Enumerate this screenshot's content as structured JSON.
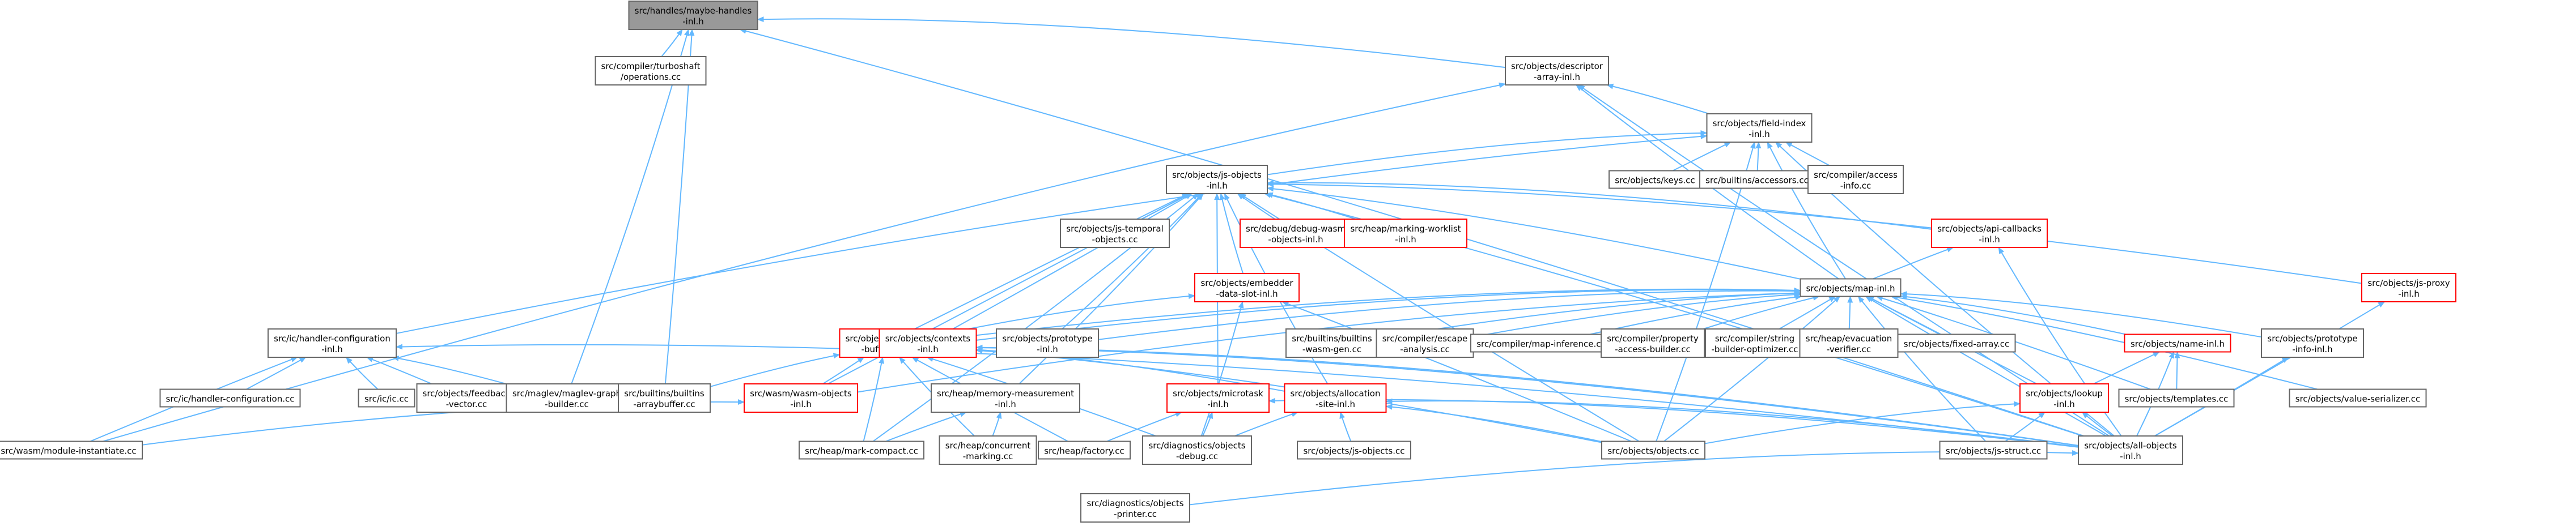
{
  "colors": {
    "edge": "#63b8ff",
    "node_fill": "#ffffff",
    "node_border": "#666666",
    "highlight_fill": "#999999",
    "highlight_border": "#666666",
    "incomplete_border": "#ff0000"
  },
  "nodes": [
    {
      "id": "n0",
      "lines": [
        "src/handles/maybe-handles",
        "-inl.h"
      ],
      "style": "focus"
    },
    {
      "id": "n1",
      "lines": [
        "src/compiler/turboshaft",
        "/operations.cc"
      ],
      "style": "normal"
    },
    {
      "id": "n2",
      "lines": [
        "src/objects/descriptor",
        "-array-inl.h"
      ],
      "style": "normal"
    },
    {
      "id": "n3",
      "lines": [
        "src/objects/field-index",
        "-inl.h"
      ],
      "style": "normal"
    },
    {
      "id": "n4",
      "lines": [
        "src/objects/js-objects",
        "-inl.h"
      ],
      "style": "normal"
    },
    {
      "id": "n5",
      "lines": [
        "src/objects/keys.cc"
      ],
      "style": "normal"
    },
    {
      "id": "n6",
      "lines": [
        "src/builtins/accessors.cc"
      ],
      "style": "normal"
    },
    {
      "id": "n7",
      "lines": [
        "src/compiler/access",
        "-info.cc"
      ],
      "style": "normal"
    },
    {
      "id": "n8",
      "lines": [
        "src/objects/js-temporal",
        "-objects.cc"
      ],
      "style": "normal"
    },
    {
      "id": "n9",
      "lines": [
        "src/debug/debug-wasm",
        "-objects-inl.h"
      ],
      "style": "red"
    },
    {
      "id": "n10",
      "lines": [
        "src/heap/marking-worklist",
        "-inl.h"
      ],
      "style": "red"
    },
    {
      "id": "n11",
      "lines": [
        "src/objects/api-callbacks",
        "-inl.h"
      ],
      "style": "red"
    },
    {
      "id": "n12",
      "lines": [
        "src/objects/js-proxy",
        "-inl.h"
      ],
      "style": "red"
    },
    {
      "id": "n13",
      "lines": [
        "src/objects/embedder",
        "-data-slot-inl.h"
      ],
      "style": "red"
    },
    {
      "id": "n14",
      "lines": [
        "src/objects/map-inl.h"
      ],
      "style": "normal"
    },
    {
      "id": "n15",
      "lines": [
        "src/ic/handler-configuration",
        "-inl.h"
      ],
      "style": "normal"
    },
    {
      "id": "n16",
      "lines": [
        "src/objects/js-array",
        "-buffer-inl.h"
      ],
      "style": "red"
    },
    {
      "id": "n17",
      "lines": [
        "src/objects/contexts",
        "-inl.h"
      ],
      "style": "red"
    },
    {
      "id": "n18",
      "lines": [
        "src/objects/prototype",
        "-inl.h"
      ],
      "style": "normal"
    },
    {
      "id": "n19",
      "lines": [
        "src/builtins/builtins",
        "-wasm-gen.cc"
      ],
      "style": "normal"
    },
    {
      "id": "n20",
      "lines": [
        "src/compiler/escape",
        "-analysis.cc"
      ],
      "style": "normal"
    },
    {
      "id": "n21",
      "lines": [
        "src/compiler/map-inference.cc"
      ],
      "style": "normal"
    },
    {
      "id": "n22",
      "lines": [
        "src/compiler/property",
        "-access-builder.cc"
      ],
      "style": "normal"
    },
    {
      "id": "n23",
      "lines": [
        "src/compiler/string",
        "-builder-optimizer.cc"
      ],
      "style": "normal"
    },
    {
      "id": "n24",
      "lines": [
        "src/heap/evacuation",
        "-verifier.cc"
      ],
      "style": "normal"
    },
    {
      "id": "n25",
      "lines": [
        "src/objects/fixed-array.cc"
      ],
      "style": "normal"
    },
    {
      "id": "n26",
      "lines": [
        "src/objects/name-inl.h"
      ],
      "style": "red"
    },
    {
      "id": "n27",
      "lines": [
        "src/objects/prototype",
        "-info-inl.h"
      ],
      "style": "normal"
    },
    {
      "id": "n28",
      "lines": [
        "src/ic/handler-configuration.cc"
      ],
      "style": "normal"
    },
    {
      "id": "n29",
      "lines": [
        "src/ic/ic.cc"
      ],
      "style": "normal"
    },
    {
      "id": "n30",
      "lines": [
        "src/objects/feedback",
        "-vector.cc"
      ],
      "style": "normal"
    },
    {
      "id": "n31",
      "lines": [
        "src/maglev/maglev-graph",
        "-builder.cc"
      ],
      "style": "normal"
    },
    {
      "id": "n32",
      "lines": [
        "src/builtins/builtins",
        "-arraybuffer.cc"
      ],
      "style": "normal"
    },
    {
      "id": "n33",
      "lines": [
        "src/wasm/wasm-objects",
        "-inl.h"
      ],
      "style": "red"
    },
    {
      "id": "n34",
      "lines": [
        "src/heap/memory-measurement",
        "-inl.h"
      ],
      "style": "normal"
    },
    {
      "id": "n35",
      "lines": [
        "src/objects/microtask",
        "-inl.h"
      ],
      "style": "red"
    },
    {
      "id": "n36",
      "lines": [
        "src/objects/allocation",
        "-site-inl.h"
      ],
      "style": "red"
    },
    {
      "id": "n37",
      "lines": [
        "src/objects/lookup",
        "-inl.h"
      ],
      "style": "red"
    },
    {
      "id": "n38",
      "lines": [
        "src/objects/templates.cc"
      ],
      "style": "normal"
    },
    {
      "id": "n39",
      "lines": [
        "src/objects/value-serializer.cc"
      ],
      "style": "normal"
    },
    {
      "id": "n40",
      "lines": [
        "src/wasm/module-instantiate.cc"
      ],
      "style": "normal"
    },
    {
      "id": "n41",
      "lines": [
        "src/heap/mark-compact.cc"
      ],
      "style": "normal"
    },
    {
      "id": "n42",
      "lines": [
        "src/heap/concurrent",
        "-marking.cc"
      ],
      "style": "normal"
    },
    {
      "id": "n43",
      "lines": [
        "src/heap/factory.cc"
      ],
      "style": "normal"
    },
    {
      "id": "n44",
      "lines": [
        "src/diagnostics/objects",
        "-debug.cc"
      ],
      "style": "normal"
    },
    {
      "id": "n45",
      "lines": [
        "src/objects/js-objects.cc"
      ],
      "style": "normal"
    },
    {
      "id": "n46",
      "lines": [
        "src/objects/objects.cc"
      ],
      "style": "normal"
    },
    {
      "id": "n47",
      "lines": [
        "src/objects/js-struct.cc"
      ],
      "style": "normal"
    },
    {
      "id": "n48",
      "lines": [
        "src/objects/all-objects",
        "-inl.h"
      ],
      "style": "normal"
    },
    {
      "id": "n49",
      "lines": [
        "src/diagnostics/objects",
        "-printer.cc"
      ],
      "style": "normal"
    }
  ],
  "edges": [
    [
      "n0",
      "n1"
    ],
    [
      "n0",
      "n2"
    ],
    [
      "n0",
      "n31"
    ],
    [
      "n0",
      "n32"
    ],
    [
      "n0",
      "n48"
    ],
    [
      "n2",
      "n3"
    ],
    [
      "n2",
      "n14"
    ],
    [
      "n2",
      "n40"
    ],
    [
      "n2",
      "n48"
    ],
    [
      "n3",
      "n4"
    ],
    [
      "n3",
      "n5"
    ],
    [
      "n3",
      "n6"
    ],
    [
      "n3",
      "n7"
    ],
    [
      "n3",
      "n14"
    ],
    [
      "n3",
      "n15"
    ],
    [
      "n3",
      "n46"
    ],
    [
      "n3",
      "n48"
    ],
    [
      "n4",
      "n8"
    ],
    [
      "n4",
      "n9"
    ],
    [
      "n4",
      "n10"
    ],
    [
      "n4",
      "n11"
    ],
    [
      "n4",
      "n12"
    ],
    [
      "n4",
      "n13"
    ],
    [
      "n4",
      "n14"
    ],
    [
      "n4",
      "n16"
    ],
    [
      "n4",
      "n17"
    ],
    [
      "n4",
      "n18"
    ],
    [
      "n4",
      "n33"
    ],
    [
      "n4",
      "n34"
    ],
    [
      "n4",
      "n35"
    ],
    [
      "n4",
      "n36"
    ],
    [
      "n4",
      "n41"
    ],
    [
      "n4",
      "n46"
    ],
    [
      "n4",
      "n48"
    ],
    [
      "n11",
      "n14"
    ],
    [
      "n11",
      "n48"
    ],
    [
      "n12",
      "n48"
    ],
    [
      "n13",
      "n16"
    ],
    [
      "n13",
      "n44"
    ],
    [
      "n13",
      "n46"
    ],
    [
      "n14",
      "n16"
    ],
    [
      "n14",
      "n17"
    ],
    [
      "n14",
      "n18"
    ],
    [
      "n14",
      "n19"
    ],
    [
      "n14",
      "n20"
    ],
    [
      "n14",
      "n21"
    ],
    [
      "n14",
      "n22"
    ],
    [
      "n14",
      "n23"
    ],
    [
      "n14",
      "n24"
    ],
    [
      "n14",
      "n25"
    ],
    [
      "n14",
      "n26"
    ],
    [
      "n14",
      "n27"
    ],
    [
      "n14",
      "n33"
    ],
    [
      "n14",
      "n37"
    ],
    [
      "n14",
      "n38"
    ],
    [
      "n14",
      "n39"
    ],
    [
      "n14",
      "n46"
    ],
    [
      "n14",
      "n47"
    ],
    [
      "n14",
      "n48"
    ],
    [
      "n15",
      "n28"
    ],
    [
      "n15",
      "n29"
    ],
    [
      "n15",
      "n30"
    ],
    [
      "n15",
      "n31"
    ],
    [
      "n15",
      "n40"
    ],
    [
      "n15",
      "n48"
    ],
    [
      "n16",
      "n32"
    ],
    [
      "n16",
      "n33"
    ],
    [
      "n16",
      "n41"
    ],
    [
      "n16",
      "n42"
    ],
    [
      "n16",
      "n43"
    ],
    [
      "n16",
      "n44"
    ],
    [
      "n16",
      "n48"
    ],
    [
      "n17",
      "n36"
    ],
    [
      "n17",
      "n46"
    ],
    [
      "n17",
      "n48"
    ],
    [
      "n26",
      "n37"
    ],
    [
      "n26",
      "n38"
    ],
    [
      "n26",
      "n48"
    ],
    [
      "n27",
      "n48"
    ],
    [
      "n33",
      "n40"
    ],
    [
      "n34",
      "n41"
    ],
    [
      "n34",
      "n42"
    ],
    [
      "n35",
      "n43"
    ],
    [
      "n35",
      "n44"
    ],
    [
      "n35",
      "n48"
    ],
    [
      "n36",
      "n44"
    ],
    [
      "n36",
      "n45"
    ],
    [
      "n36",
      "n46"
    ],
    [
      "n36",
      "n48"
    ],
    [
      "n37",
      "n46"
    ],
    [
      "n37",
      "n47"
    ],
    [
      "n37",
      "n48"
    ],
    [
      "n48",
      "n49"
    ]
  ]
}
